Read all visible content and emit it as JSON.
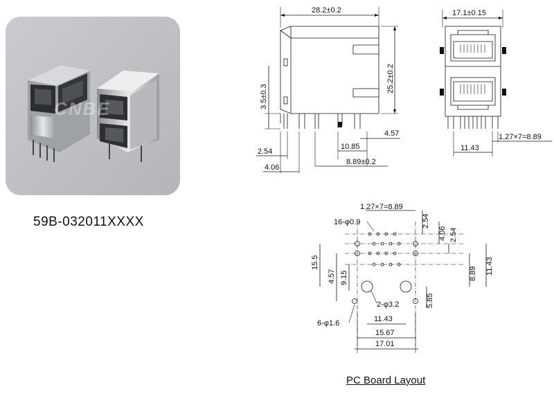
{
  "part_number": "59B-032011XXXX",
  "watermark": "CNBE",
  "caption": "PC Board Layout",
  "side_view": {
    "width": "28.2±0.2",
    "height": "25.2±0.2",
    "standoff": "3.5±0.3",
    "d_2_54": "2.54",
    "d_4_06": "4.06",
    "d_10_85": "10.85",
    "d_4_57": "4.57",
    "d_8_89": "8.89±0.2"
  },
  "front_view": {
    "width": "17.1±0.15",
    "pitch": "1.27×7=8.89",
    "d_11_43": "11.43"
  },
  "pcb_layout": {
    "pitch": "1.27×7=8.89",
    "holes_16": "16-φ0.9",
    "holes_2": "2-φ3.2",
    "holes_6": "6-φ1.6",
    "v_15_5": "15.5",
    "v_4_57": "4.57",
    "v_9_15": "9.15",
    "v_2_54_a": "2.54",
    "v_4_06": "4.06",
    "v_2_54_b": "2.54",
    "v_8_89": "8.89",
    "v_11_43": "11.43",
    "v_5_85": "5.85",
    "h_11_43": "11.43",
    "h_15_67": "15.67",
    "h_17_01": "17.01"
  }
}
